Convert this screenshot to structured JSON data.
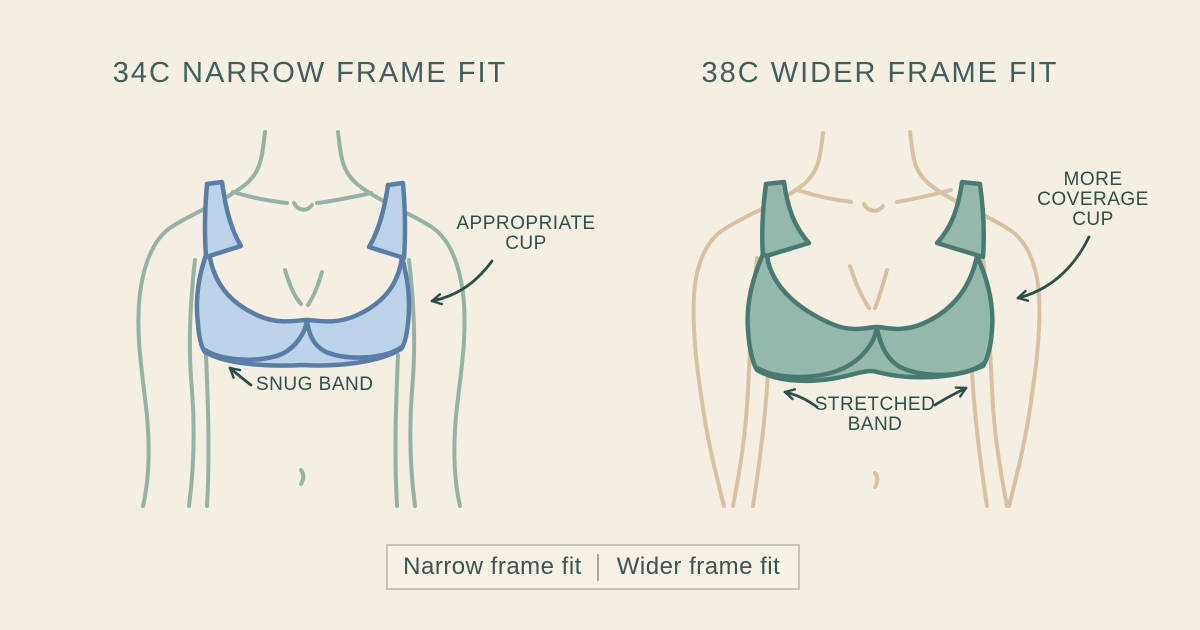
{
  "page": {
    "background_color": "#f4efe2",
    "title_color": "#3f5e5d",
    "label_color": "#2d4f4c",
    "arrow_color": "#2d4f4c"
  },
  "panels": {
    "narrow": {
      "title": "34C NARROW FRAME FIT",
      "cup_label": "APPROPRIATE CUP",
      "band_label": "SNUG BAND",
      "figure": "narrow-frame-torso-with-light-blue-bra",
      "colors": {
        "torso_outline": "#96b2a6",
        "bra_fill": "#bdd3ea",
        "bra_stroke": "#5a7da8"
      }
    },
    "wider": {
      "title": "38C WIDER FRAME FIT",
      "cup_label": "MORE COVERAGE CUP",
      "band_label": "STRETCHED BAND",
      "figure": "wider-frame-torso-with-green-bra",
      "colors": {
        "torso_outline": "#d8c1a2",
        "bra_fill": "#94b9ac",
        "bra_stroke": "#497a72"
      }
    }
  },
  "legend": {
    "items": [
      "Narrow frame fit",
      "Wider frame fit"
    ],
    "border_color": "#c8c3b4",
    "text_color": "#365553"
  }
}
